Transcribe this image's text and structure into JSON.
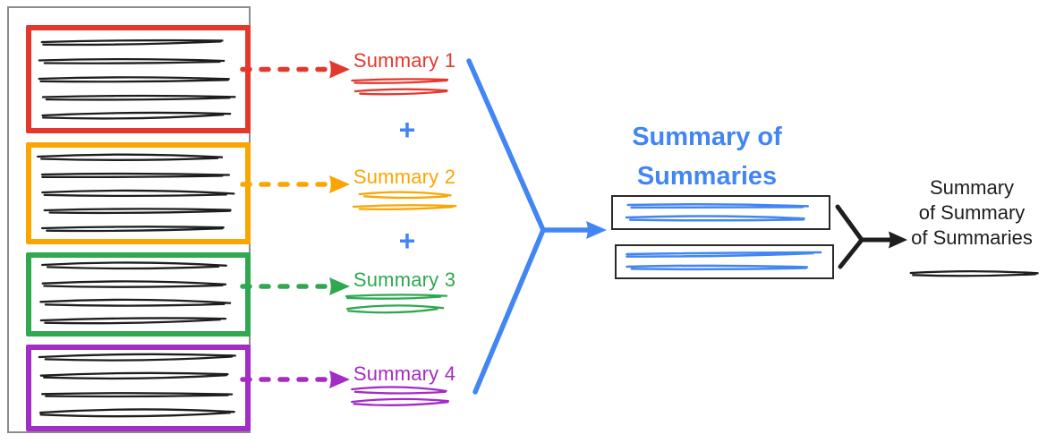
{
  "colors": {
    "red": "#E5382D",
    "orange": "#F9A602",
    "green": "#2FA84F",
    "purple": "#A32CC4",
    "blue": "#4285F4",
    "ink": "#1E1E1E",
    "gray": "#8C8C8C"
  },
  "source_documents": [
    {
      "id": 1,
      "border_color": "red",
      "text_lines": 5
    },
    {
      "id": 2,
      "border_color": "orange",
      "text_lines": 5
    },
    {
      "id": 3,
      "border_color": "green",
      "text_lines": 4
    },
    {
      "id": 4,
      "border_color": "purple",
      "text_lines": 4
    }
  ],
  "stage1": {
    "plus": "+",
    "items": [
      {
        "label": "Summary 1",
        "color": "red"
      },
      {
        "label": "Summary 2",
        "color": "orange"
      },
      {
        "label": "Summary 3",
        "color": "green"
      },
      {
        "label": "Summary 4",
        "color": "purple"
      }
    ]
  },
  "stage2": {
    "title_line1": "Summary of",
    "title_line2": "Summaries",
    "boxes": 2
  },
  "stage3": {
    "line1": "Summary",
    "line2": "of Summary",
    "line3": "of Summaries"
  }
}
